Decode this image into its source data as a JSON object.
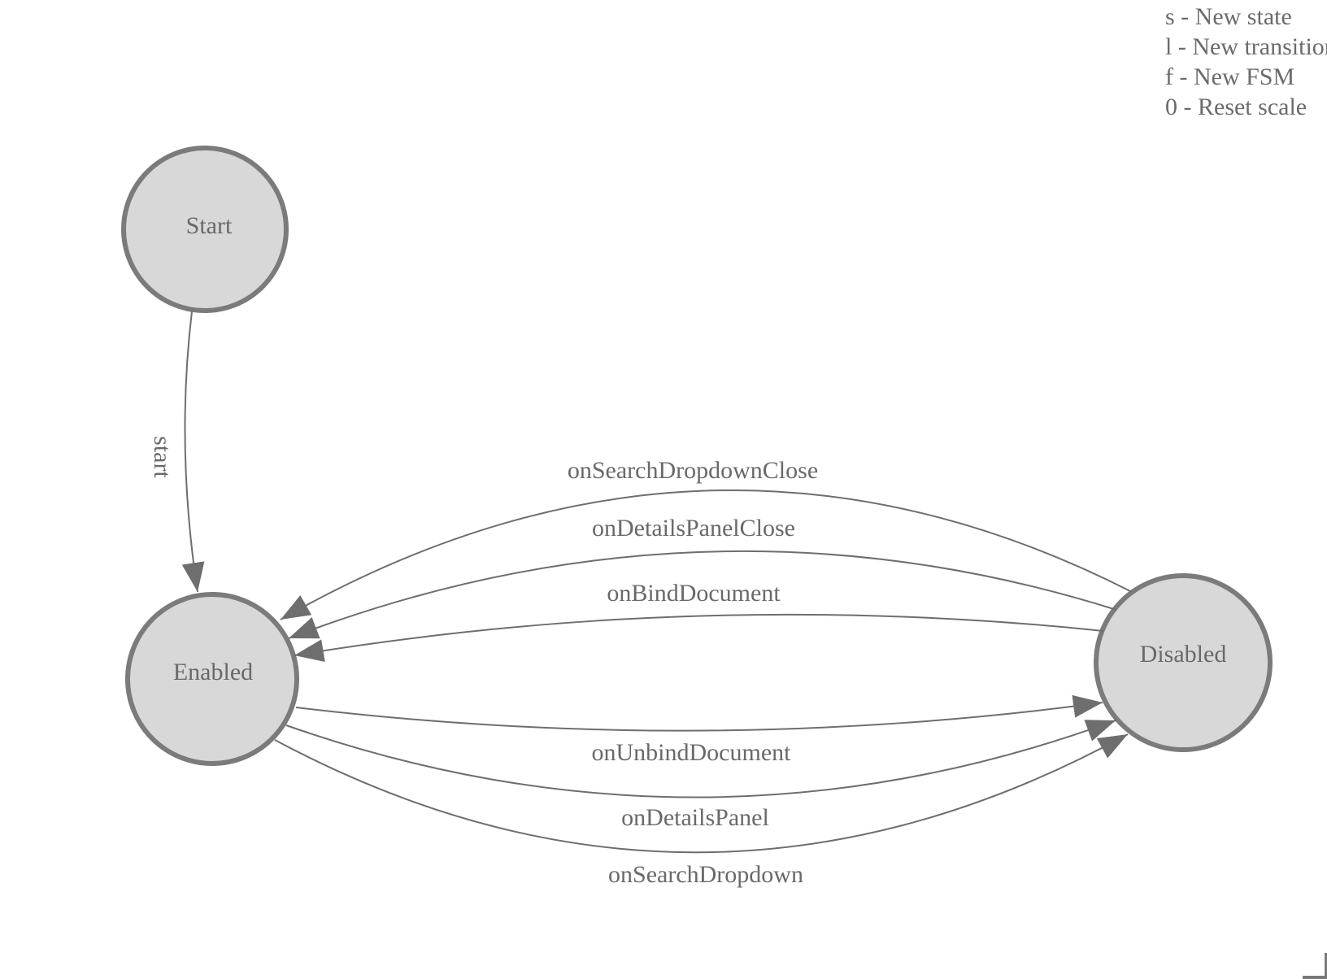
{
  "legend": {
    "items": [
      {
        "label": "s - New state"
      },
      {
        "label": "l - New transition"
      },
      {
        "label": "f - New FSM"
      },
      {
        "label": "0 - Reset scale"
      }
    ]
  },
  "nodes": {
    "start": {
      "label": "Start"
    },
    "enabled": {
      "label": "Enabled"
    },
    "disabled": {
      "label": "Disabled"
    }
  },
  "edges": [
    {
      "label": "start",
      "from": "start",
      "to": "enabled"
    },
    {
      "label": "onSearchDropdownClose",
      "from": "disabled",
      "to": "enabled"
    },
    {
      "label": "onDetailsPanelClose",
      "from": "disabled",
      "to": "enabled"
    },
    {
      "label": "onBindDocument",
      "from": "disabled",
      "to": "enabled"
    },
    {
      "label": "onUnbindDocument",
      "from": "enabled",
      "to": "disabled"
    },
    {
      "label": "onDetailsPanel",
      "from": "enabled",
      "to": "disabled"
    },
    {
      "label": "onSearchDropdown",
      "from": "enabled",
      "to": "disabled"
    }
  ],
  "colors": {
    "node_fill": "#d8d8d8",
    "node_border": "#7b7b7b",
    "edge_stroke": "#6e6e6e",
    "label_text": "#696969",
    "legend_text": "#6b6b6b"
  }
}
